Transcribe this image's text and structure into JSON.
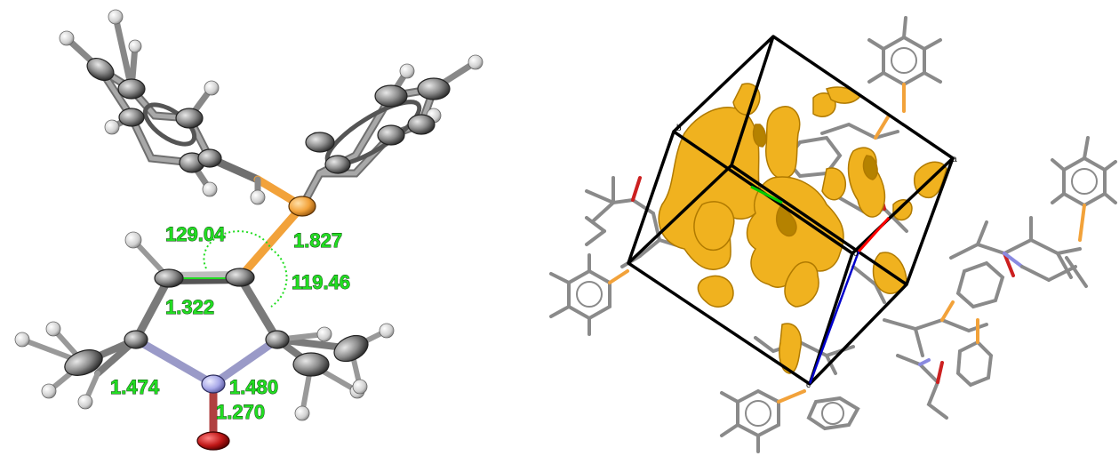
{
  "left_panel": {
    "measurements": {
      "angle_top": "129.04",
      "angle_right": "119.46",
      "bond_cp": "1.827",
      "bond_cc": "1.322",
      "bond_n_left": "1.474",
      "bond_n_right": "1.480",
      "bond_no": "1.270"
    },
    "colors": {
      "carbon": "#8a8a8a",
      "hydrogen": "#d8d8d8",
      "nitrogen": "#a8a8e8",
      "oxygen": "#c01818",
      "phosphorus": "#f2a23a",
      "label": "#22dd22"
    }
  },
  "right_panel": {
    "axis_labels": {
      "a": "a",
      "b": "b",
      "c": "c",
      "o": "o"
    },
    "colors": {
      "void_surface": "#f0b21f",
      "cell_edge": "#000000",
      "axis_a": "#ff0000",
      "axis_b": "#00cc00",
      "axis_c": "#0000cc"
    }
  }
}
